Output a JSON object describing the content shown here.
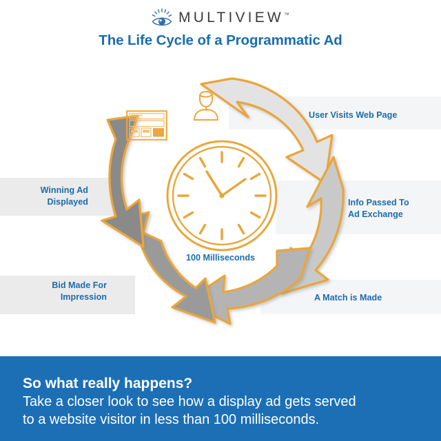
{
  "brand": {
    "logo_icon": "eye-icon",
    "wordmark": "MULTIVIEW",
    "trademark": "™"
  },
  "header": {
    "title": "The Life Cycle of a Programmatic Ad",
    "title_color": "#1b6cae"
  },
  "center": {
    "clock_icon": "clock-icon",
    "caption": "100 Milliseconds",
    "clock_color": "#e9a63a"
  },
  "icons": [
    {
      "name": "user-icon",
      "color": "#efa53c"
    },
    {
      "name": "browser-window-icon",
      "color": "#efa53c"
    }
  ],
  "cycle": {
    "steps": [
      {
        "id": "user-visits-web-page",
        "label": "User Visits Web Page",
        "side": "right",
        "fill": "#e3e3e3",
        "stroke": "#e9a63a"
      },
      {
        "id": "info-passed-to-ad-exchange",
        "label": "Info Passed To\nAd Exchange",
        "side": "right",
        "fill": "#c9c9c9",
        "stroke": "#e9a63a"
      },
      {
        "id": "a-match-is-made",
        "label": "A Match is Made",
        "side": "right",
        "fill": "#b4b4b4",
        "stroke": "#e9a63a"
      },
      {
        "id": "bid-made-for-impression",
        "label": "Bid Made For\nImpression",
        "side": "left",
        "fill": "#9a9a9a",
        "stroke": "#e9a63a"
      },
      {
        "id": "winning-ad-displayed",
        "label": "Winning Ad\nDisplayed",
        "side": "left",
        "fill": "#8a8a8a",
        "stroke": "#e9a63a"
      }
    ],
    "labels": {
      "user_visits": "User Visits Web Page",
      "info_passed_l1": "Info Passed To",
      "info_passed_l2": "Ad Exchange",
      "match_made": "A Match is Made",
      "bid_made_l1": "Bid Made For",
      "bid_made_l2": "Impression",
      "winning_ad_l1": "Winning Ad",
      "winning_ad_l2": "Displayed"
    }
  },
  "banner": {
    "heading": "So what really happens?",
    "body_line1": "Take a closer look to see how a display ad gets served",
    "body_line2": "to a website visitor in less than 100 milliseconds.",
    "background": "#1c6fb5",
    "text_color": "#ffffff"
  }
}
